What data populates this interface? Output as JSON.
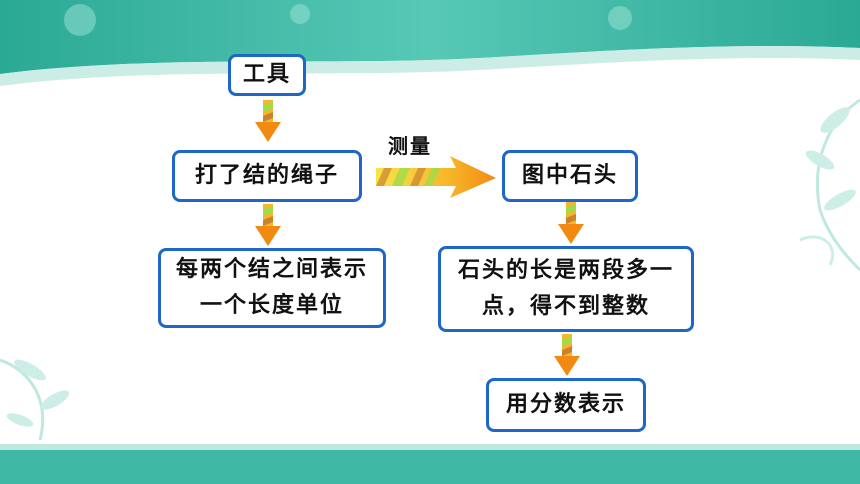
{
  "nodes": {
    "tool": "工具",
    "rope": "打了结的绳子",
    "unit": "每两个结之间表示一个长度单位",
    "stone": "图中石头",
    "length": "石头的长是两段多一点，得不到整数",
    "fraction": "用分数表示"
  },
  "edge_label": "测量",
  "colors": {
    "banner": "#3fb8a6",
    "banner_light": "#bfe9df",
    "box_border": "#1f66c9",
    "arrow_orange": "#f6a21a",
    "arrow_yellow": "#f8e34a",
    "arrow_green": "#9ddc4a"
  }
}
